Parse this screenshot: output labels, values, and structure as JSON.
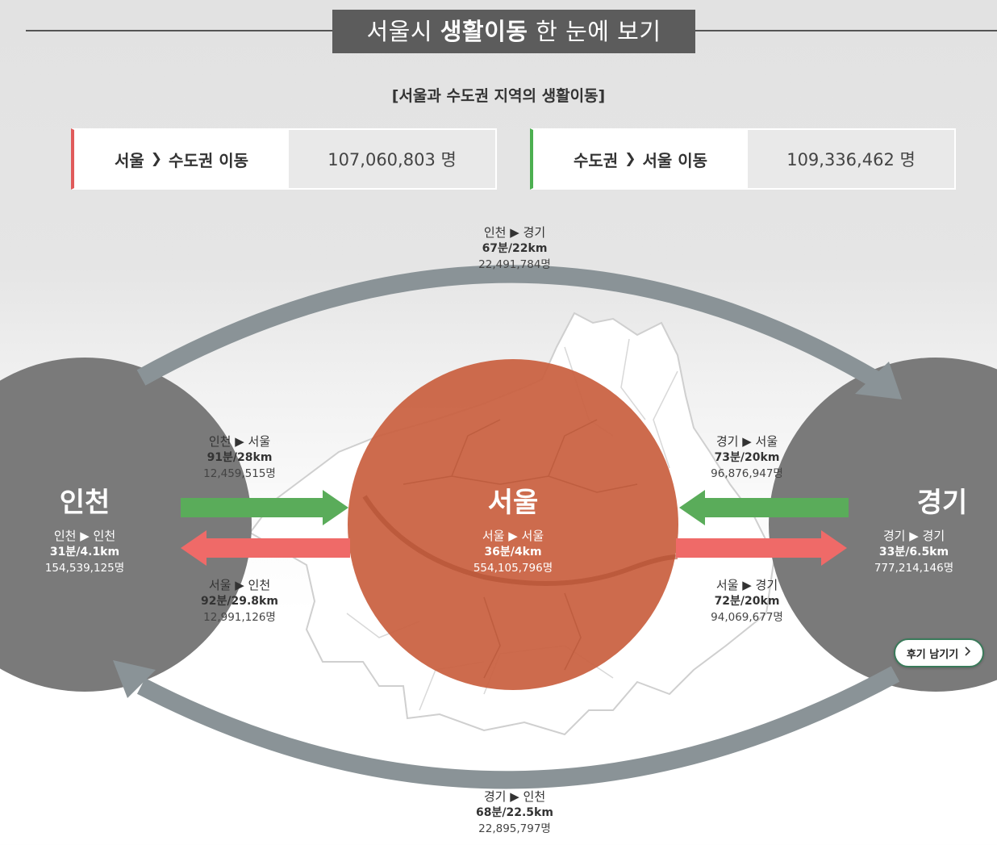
{
  "header": {
    "title_pre": "서울시 ",
    "title_bold": "생활이동",
    "title_post": " 한 눈에 보기"
  },
  "subtitle": "[서울과 수도권 지역의 생활이동]",
  "summary": [
    {
      "from": "서울",
      "to": "수도권 이동",
      "value": "107,060,803 명",
      "accent": "#e05a5a"
    },
    {
      "from": "수도권",
      "to": "서울 이동",
      "value": "109,336,462 명",
      "accent": "#4caf50"
    }
  ],
  "cities": {
    "incheon": "인천",
    "seoul": "서울",
    "gyeonggi": "경기"
  },
  "flows": {
    "incheon_gyeonggi": {
      "route": "인천 ▶ 경기",
      "time": "67분/22km",
      "count": "22,491,784명"
    },
    "incheon_seoul": {
      "route": "인천 ▶ 서울",
      "time": "91분/28km",
      "count": "12,459,515명"
    },
    "seoul_incheon": {
      "route": "서울 ▶ 인천",
      "time": "92분/29.8km",
      "count": "12,991,126명"
    },
    "gyeonggi_seoul": {
      "route": "경기 ▶ 서울",
      "time": "73분/20km",
      "count": "96,876,947명"
    },
    "seoul_gyeonggi": {
      "route": "서울 ▶ 경기",
      "time": "72분/20km",
      "count": "94,069,677명"
    },
    "gyeonggi_incheon": {
      "route": "경기 ▶ 인천",
      "time": "68분/22.5km",
      "count": "22,895,797명"
    },
    "incheon_incheon": {
      "route": "인천 ▶ 인천",
      "time": "31분/4.1km",
      "count": "154,539,125명"
    },
    "seoul_seoul": {
      "route": "서울 ▶ 서울",
      "time": "36분/4km",
      "count": "554,105,796명"
    },
    "gyeonggi_gyeonggi": {
      "route": "경기 ▶ 경기",
      "time": "33분/6.5km",
      "count": "777,214,146명"
    }
  },
  "review_button": {
    "label": "후기 남기기",
    "icon": "chevron-right-icon"
  },
  "colors": {
    "seoul": "#c9603f",
    "region": "#7a7a7a",
    "inbound_arrow": "#5aac5a",
    "outbound_arrow": "#ef6a68",
    "curved_arrow": "#8a9397"
  }
}
